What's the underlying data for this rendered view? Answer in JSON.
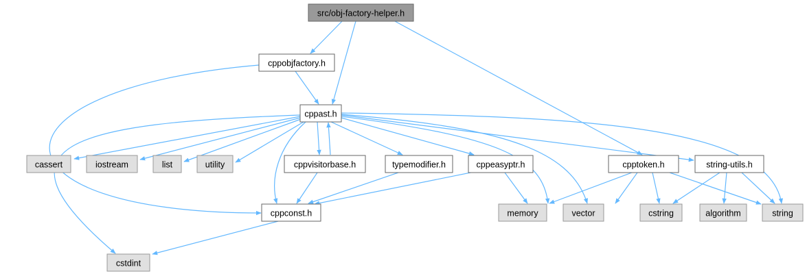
{
  "colors": {
    "edge": "#63b8ff",
    "root_fill": "#999999",
    "root_stroke": "#666666",
    "local_fill": "#ffffff",
    "local_stroke": "#666666",
    "system_fill": "#e0e0e0",
    "system_stroke": "#999999"
  },
  "nodes": [
    {
      "id": "root",
      "label": "src/obj-factory-helper.h",
      "kind": "root"
    },
    {
      "id": "cppobjfactory",
      "label": "cppobjfactory.h",
      "kind": "local"
    },
    {
      "id": "cppast",
      "label": "cppast.h",
      "kind": "local"
    },
    {
      "id": "cassert",
      "label": "cassert",
      "kind": "system"
    },
    {
      "id": "iostream",
      "label": "iostream",
      "kind": "system"
    },
    {
      "id": "list",
      "label": "list",
      "kind": "system"
    },
    {
      "id": "utility",
      "label": "utility",
      "kind": "system"
    },
    {
      "id": "cppvisitorbase",
      "label": "cppvisitorbase.h",
      "kind": "local"
    },
    {
      "id": "typemodifier",
      "label": "typemodifier.h",
      "kind": "local"
    },
    {
      "id": "cppeasyptr",
      "label": "cppeasyptr.h",
      "kind": "local"
    },
    {
      "id": "cpptoken",
      "label": "cpptoken.h",
      "kind": "local"
    },
    {
      "id": "stringutils",
      "label": "string-utils.h",
      "kind": "local"
    },
    {
      "id": "cppconst",
      "label": "cppconst.h",
      "kind": "local"
    },
    {
      "id": "memory",
      "label": "memory",
      "kind": "system"
    },
    {
      "id": "vector",
      "label": "vector",
      "kind": "system"
    },
    {
      "id": "cstring",
      "label": "cstring",
      "kind": "system"
    },
    {
      "id": "algorithm",
      "label": "algorithm",
      "kind": "system"
    },
    {
      "id": "string",
      "label": "string",
      "kind": "system"
    },
    {
      "id": "cstdint",
      "label": "cstdint",
      "kind": "system"
    }
  ],
  "edges": [
    {
      "from": "root",
      "to": "cppobjfactory"
    },
    {
      "from": "root",
      "to": "cppast"
    },
    {
      "from": "root",
      "to": "cpptoken"
    },
    {
      "from": "cppobjfactory",
      "to": "cppast"
    },
    {
      "from": "cppobjfactory",
      "to": "cppconst"
    },
    {
      "from": "cppast",
      "to": "cassert"
    },
    {
      "from": "cppast",
      "to": "iostream"
    },
    {
      "from": "cppast",
      "to": "list"
    },
    {
      "from": "cppast",
      "to": "utility"
    },
    {
      "from": "cppast",
      "to": "cppvisitorbase"
    },
    {
      "from": "cppast",
      "to": "typemodifier"
    },
    {
      "from": "cppast",
      "to": "cppeasyptr"
    },
    {
      "from": "cppast",
      "to": "stringutils"
    },
    {
      "from": "cppast",
      "to": "cppconst"
    },
    {
      "from": "cppast",
      "to": "memory"
    },
    {
      "from": "cppast",
      "to": "vector"
    },
    {
      "from": "cppast",
      "to": "string"
    },
    {
      "from": "cppast",
      "to": "cstdint"
    },
    {
      "from": "cppvisitorbase",
      "to": "cppast"
    },
    {
      "from": "cppvisitorbase",
      "to": "cppconst"
    },
    {
      "from": "typemodifier",
      "to": "cppconst"
    },
    {
      "from": "cppeasyptr",
      "to": "cppconst"
    },
    {
      "from": "cppeasyptr",
      "to": "memory"
    },
    {
      "from": "cpptoken",
      "to": "memory"
    },
    {
      "from": "cpptoken",
      "to": "vector"
    },
    {
      "from": "cpptoken",
      "to": "cstring"
    },
    {
      "from": "cpptoken",
      "to": "string"
    },
    {
      "from": "stringutils",
      "to": "cstring"
    },
    {
      "from": "stringutils",
      "to": "algorithm"
    },
    {
      "from": "stringutils",
      "to": "string"
    },
    {
      "from": "cppconst",
      "to": "cstdint"
    }
  ]
}
